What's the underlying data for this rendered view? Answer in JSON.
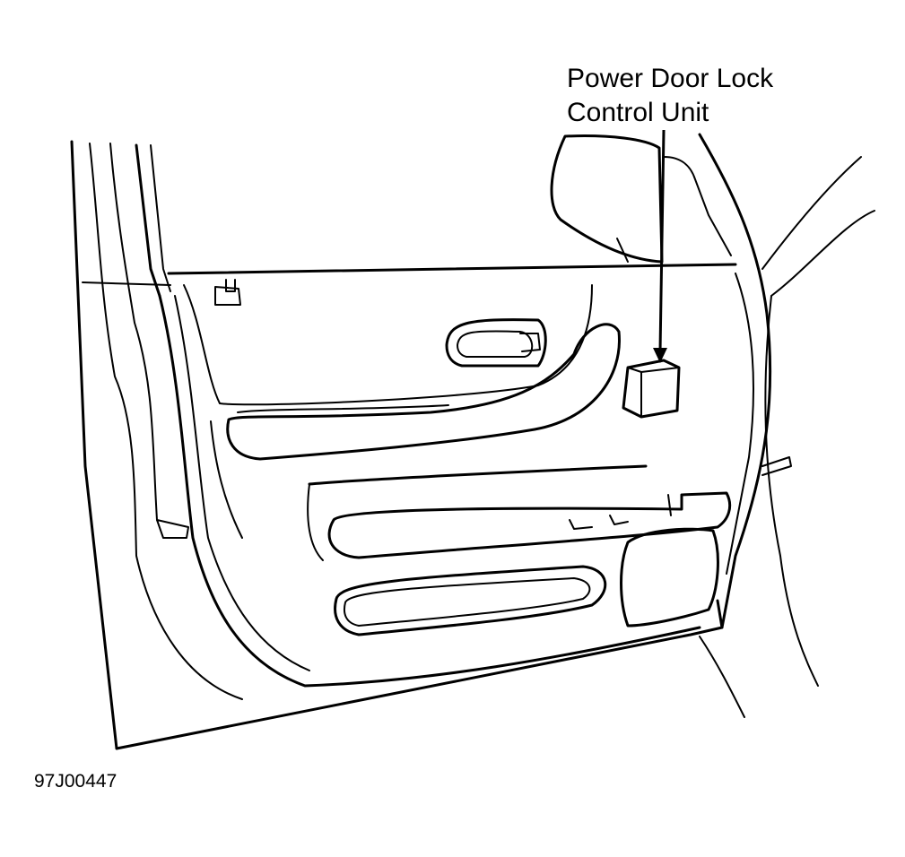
{
  "callout": {
    "line1": "Power Door Lock",
    "line2": "Control Unit"
  },
  "figure_id": "97J00447",
  "colors": {
    "ink": "#000000",
    "background": "#ffffff"
  }
}
